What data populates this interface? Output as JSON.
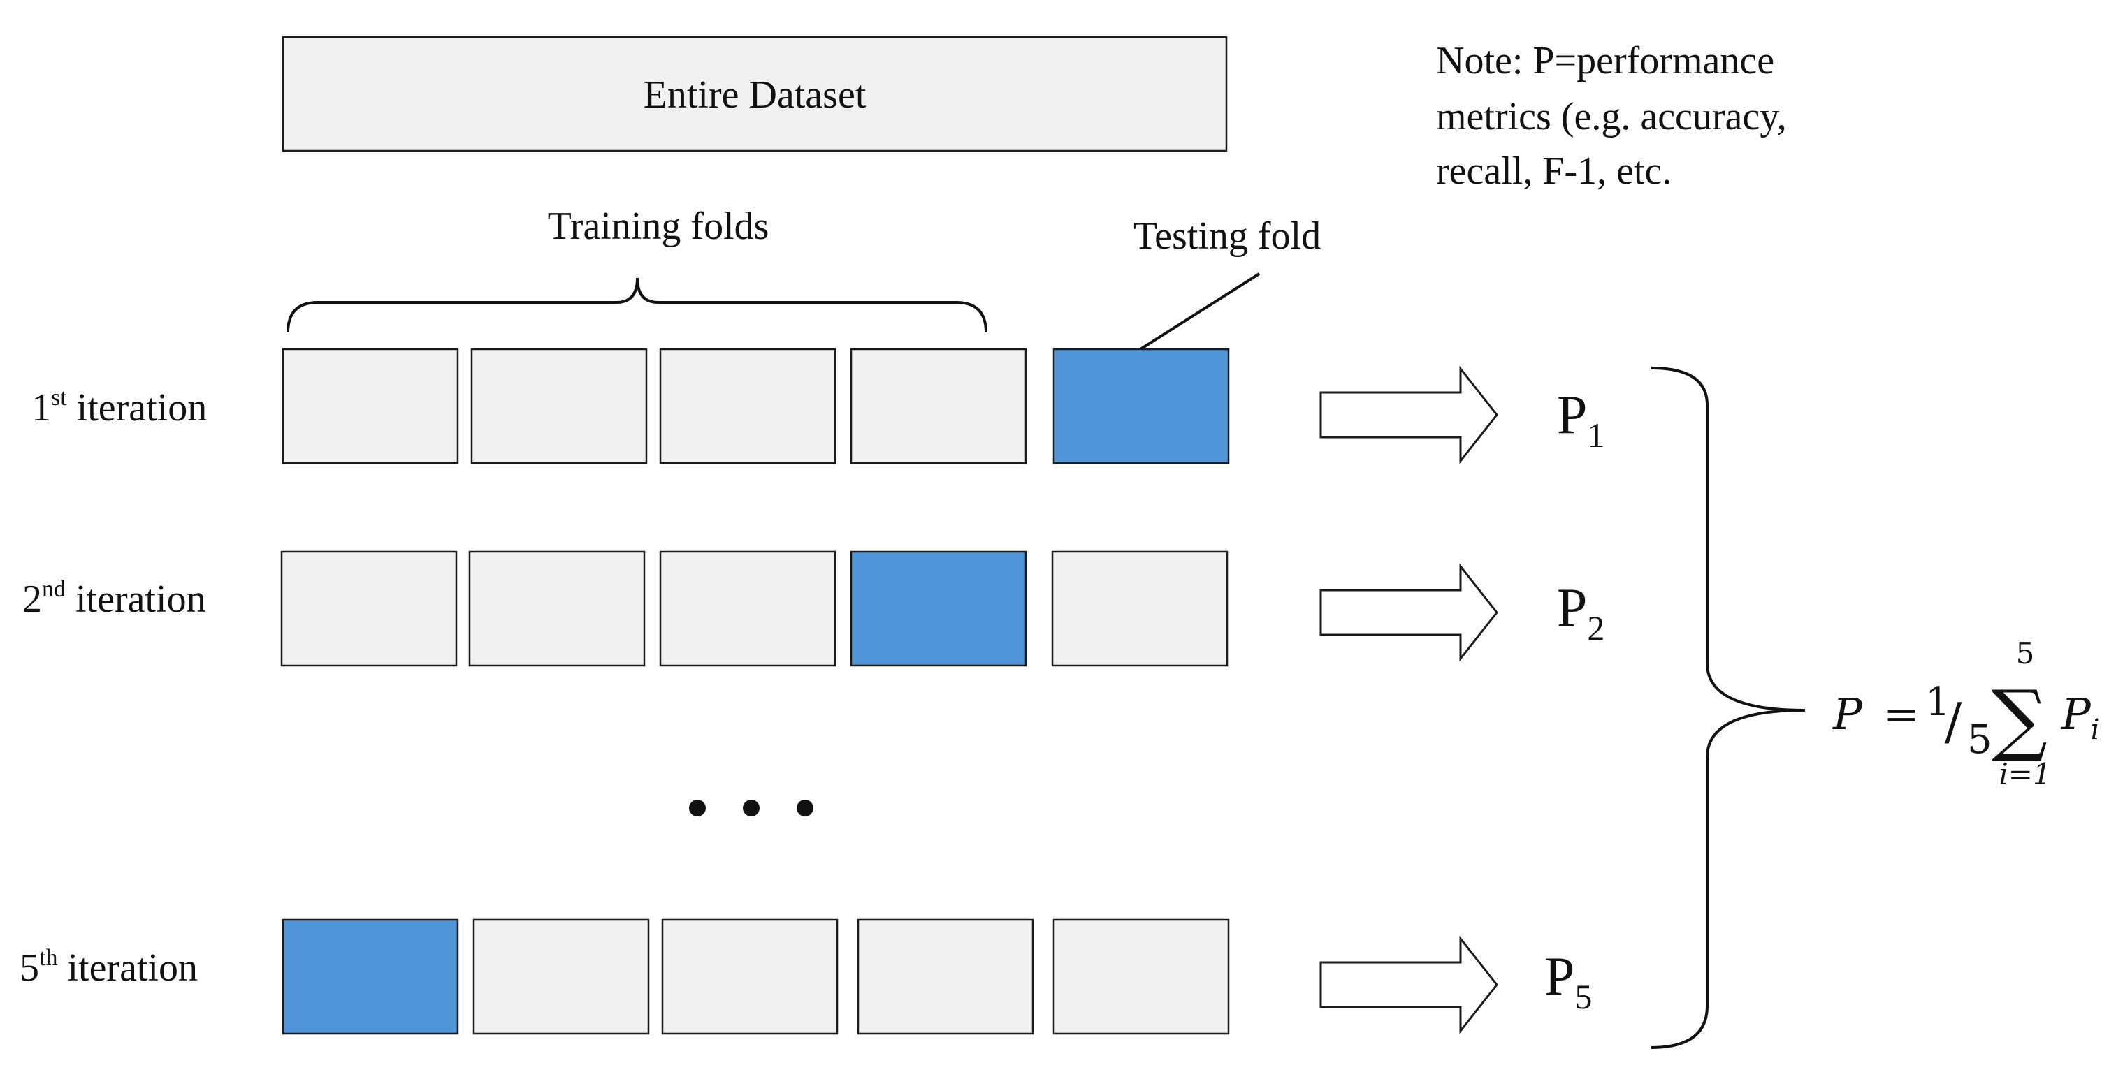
{
  "colors": {
    "fold_fill": "#f1f1f1",
    "test_fill": "#4f95d8",
    "border": "#1a1a1a",
    "text": "#111111"
  },
  "dataset_label": "Entire Dataset",
  "note_lines": [
    "Note: P=performance",
    "metrics (e.g. accuracy,",
    "recall, F-1, etc."
  ],
  "training_folds_label": "Training folds",
  "testing_fold_label": "Testing fold",
  "iterations": [
    {
      "num": "1",
      "suffix": "st",
      "word": "iteration",
      "test_fold_index": 4,
      "metric": "P",
      "metric_sub": "1"
    },
    {
      "num": "2",
      "suffix": "nd",
      "word": "iteration",
      "test_fold_index": 3,
      "metric": "P",
      "metric_sub": "2"
    },
    {
      "num": "5",
      "suffix": "th",
      "word": "iteration",
      "test_fold_index": 0,
      "metric": "P",
      "metric_sub": "5"
    }
  ],
  "formula": {
    "lhs": "P",
    "eq": "=",
    "frac_num": "1",
    "frac_slash": "/",
    "frac_den": "5",
    "sum": "∑",
    "upper": "5",
    "lower": "i=1",
    "term": "P",
    "term_sub": "i"
  }
}
